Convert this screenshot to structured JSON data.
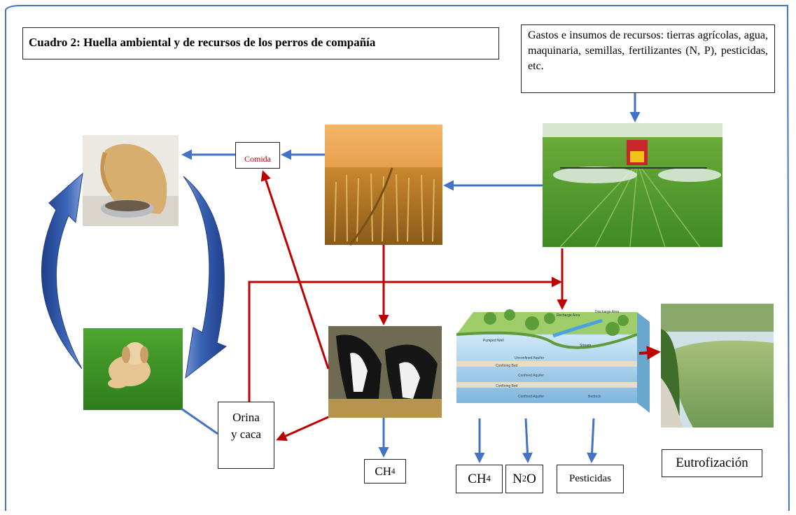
{
  "title": "Cuadro 2: Huella ambiental y de recursos de los perros de compañía",
  "inputs_text": "Gastos e insumos de recursos: tierras agrícolas, agua, maquinaria, semillas, fertilizantes (N, P), pesticidas, etc.",
  "nodes": {
    "comida": "Comida",
    "orina_line1": "Orina",
    "orina_line2": "y caca",
    "ch4_livestock_base": "CH",
    "ch4_livestock_sub": "4",
    "ch4_soil_base": "CH",
    "ch4_soil_sub": "4",
    "n2o_a": "N",
    "n2o_sub": "2",
    "n2o_b": "O",
    "pesticidas": "Pesticidas",
    "eutrofizacion": "Eutrofización"
  },
  "groundwater_labels": [
    "Recharge Area",
    "Discharge Area",
    "Pumped Well",
    "Stream",
    "Unconfined Aquifer",
    "Confining Bed",
    "Confined Aquifer",
    "Confining Bed",
    "Confined Aquifer",
    "Bedrock"
  ],
  "colors": {
    "frame": "#4472c4",
    "blue_arrow": "#4472c4",
    "red_arrow": "#c00000",
    "cycle_arrow_fill": "#2f5597"
  }
}
